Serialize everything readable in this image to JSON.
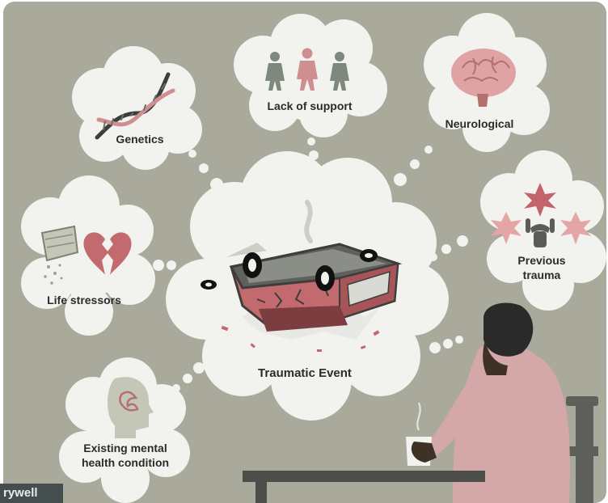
{
  "diagram": {
    "central": "Traumatic Event",
    "factors": {
      "genetics": "Genetics",
      "lack_of_support": "Lack of support",
      "neurological": "Neurological",
      "previous_trauma": "Previous trauma",
      "life_stressors": "Life stressors",
      "existing_condition": "Existing mental health condition"
    }
  },
  "brand": {
    "partial_text": "rywell"
  },
  "colors": {
    "background": "#a9a99c",
    "bubble": "#f2f2ee",
    "accent_pink": "#cf8f90",
    "dark": "#3d3d3d"
  },
  "icons": [
    "dna-icon",
    "people-icon",
    "brain-icon",
    "burst-icon",
    "cash-icon",
    "broken-heart-icon",
    "head-icon",
    "crashed-car-icon",
    "person-icon"
  ]
}
